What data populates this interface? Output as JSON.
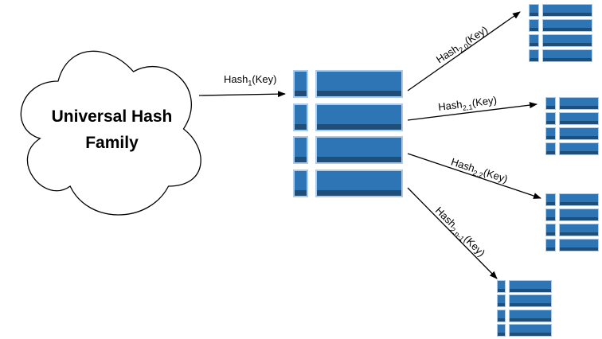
{
  "cloud": {
    "label": "Universal Hash Family"
  },
  "arrows": {
    "level1": {
      "prefix": "Hash",
      "sub": "1",
      "suffix": "(Key)"
    },
    "level2": [
      {
        "prefix": "Hash",
        "sub": "2,0",
        "suffix": "(Key)"
      },
      {
        "prefix": "Hash",
        "sub": "2,1",
        "suffix": "(Key)"
      },
      {
        "prefix": "Hash",
        "sub": "2,2",
        "suffix": "(Key)"
      },
      {
        "prefix": "Hash",
        "sub": "2,n-1",
        "suffix": "(Key)"
      }
    ]
  },
  "tables": {
    "main": {
      "buckets": 4
    },
    "secondary": [
      {
        "buckets": 4
      },
      {
        "buckets": 4
      },
      {
        "buckets": 4
      },
      {
        "buckets": 4
      }
    ]
  },
  "colors": {
    "block_fill": "#2E75B6",
    "block_strip": "#1F4E79",
    "block_border": "#AECBEA",
    "line": "#000000",
    "background": "#FFFFFF"
  }
}
